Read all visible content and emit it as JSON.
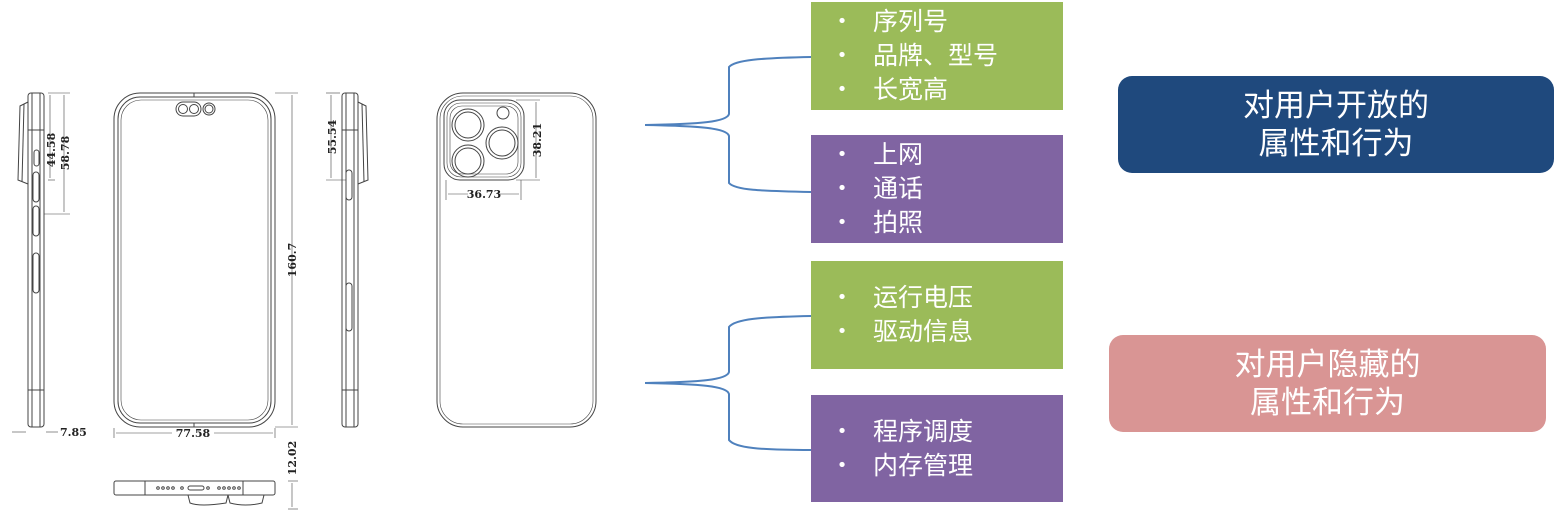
{
  "drawing": {
    "dimensions": {
      "side_left_top": "44.58",
      "side_left_total": "58.78",
      "side_left_thickness": "7.85",
      "front_width": "77.58",
      "front_height": "160.7",
      "side_right": "55.54",
      "camera_height": "38.21",
      "camera_width": "36.73",
      "bottom_thickness": "12.02"
    }
  },
  "colors": {
    "green": "#9bbb59",
    "purple": "#8064a2",
    "navy": "#1f497d",
    "pink": "#d99594",
    "brace": "#4f81bd"
  },
  "groups": [
    {
      "name": "exposed",
      "attributes": [
        "序列号",
        "品牌、型号",
        "长宽高"
      ],
      "behaviors": [
        "上网",
        "通话",
        "拍照"
      ],
      "label_line1": "对用户开放的",
      "label_line2": "属性和行为"
    },
    {
      "name": "hidden",
      "attributes": [
        "运行电压",
        "驱动信息"
      ],
      "behaviors": [
        "程序调度",
        "内存管理"
      ],
      "label_line1": "对用户隐藏的",
      "label_line2": "属性和行为"
    }
  ]
}
